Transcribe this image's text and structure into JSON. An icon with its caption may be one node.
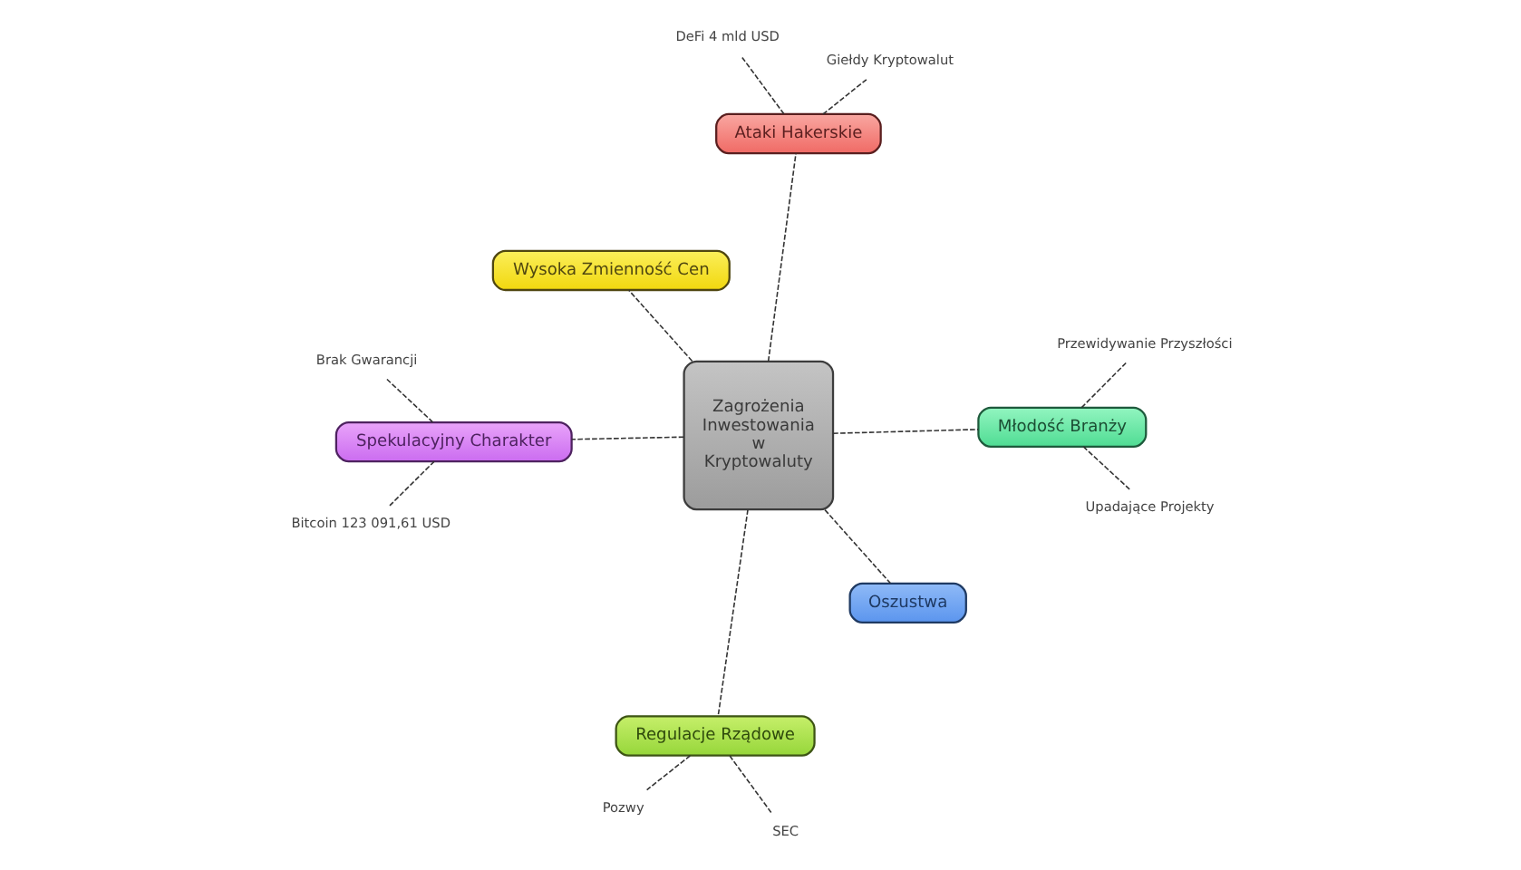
{
  "diagram": {
    "nodes": [
      {
        "text": [
          "Zagrożenia Inwestowania w Kryptowaluty"
        ]
      },
      {
        "text": [
          "Ataki Hakerskie"
        ]
      },
      {
        "text": [
          "Giełdy Kryptowalut"
        ]
      },
      {
        "text": [
          "DeFi 4 mld USD"
        ]
      },
      {
        "text": [
          "Regulacje Rządowe"
        ]
      },
      {
        "text": [
          "SEC"
        ]
      },
      {
        "text": [
          "Pozwy"
        ]
      },
      {
        "text": [
          "Młodość Branży"
        ]
      },
      {
        "text": [
          "Przewidywanie Przyszłości"
        ]
      },
      {
        "text": [
          "Upadające Projekty"
        ]
      },
      {
        "text": [
          "Spekulacyjny Charakter"
        ]
      },
      {
        "text": [
          "Bitcoin 123 091,61 USD"
        ]
      },
      {
        "text": [
          "Brak Gwarancji"
        ]
      },
      {
        "text": [
          "Wysoka Zmienność Cen"
        ]
      },
      {
        "text": [
          "Oszustwa"
        ]
      }
    ],
    "edges": [
      {
        "from": 0,
        "to": 1,
        "arrow": "none",
        "style": "dashed"
      },
      {
        "from": 1,
        "to": 2,
        "arrow": "none",
        "style": "dashed"
      },
      {
        "from": 1,
        "to": 3,
        "arrow": "none",
        "style": "dashed"
      },
      {
        "from": 0,
        "to": 4,
        "arrow": "none",
        "style": "dashed"
      },
      {
        "from": 4,
        "to": 5,
        "arrow": "none",
        "style": "dashed"
      },
      {
        "from": 4,
        "to": 6,
        "arrow": "none",
        "style": "dashed"
      },
      {
        "from": 0,
        "to": 7,
        "arrow": "none",
        "style": "dashed"
      },
      {
        "from": 7,
        "to": 8,
        "arrow": "none",
        "style": "dashed"
      },
      {
        "from": 7,
        "to": 9,
        "arrow": "none",
        "style": "dashed"
      },
      {
        "from": 0,
        "to": 10,
        "arrow": "none",
        "style": "dashed"
      },
      {
        "from": 10,
        "to": 11,
        "arrow": "none",
        "style": "dashed"
      },
      {
        "from": 10,
        "to": 12,
        "arrow": "none",
        "style": "dashed"
      },
      {
        "from": 0,
        "to": 13,
        "arrow": "none",
        "style": "dashed"
      },
      {
        "from": 0,
        "to": 14,
        "arrow": "none",
        "style": "dashed"
      }
    ]
  }
}
